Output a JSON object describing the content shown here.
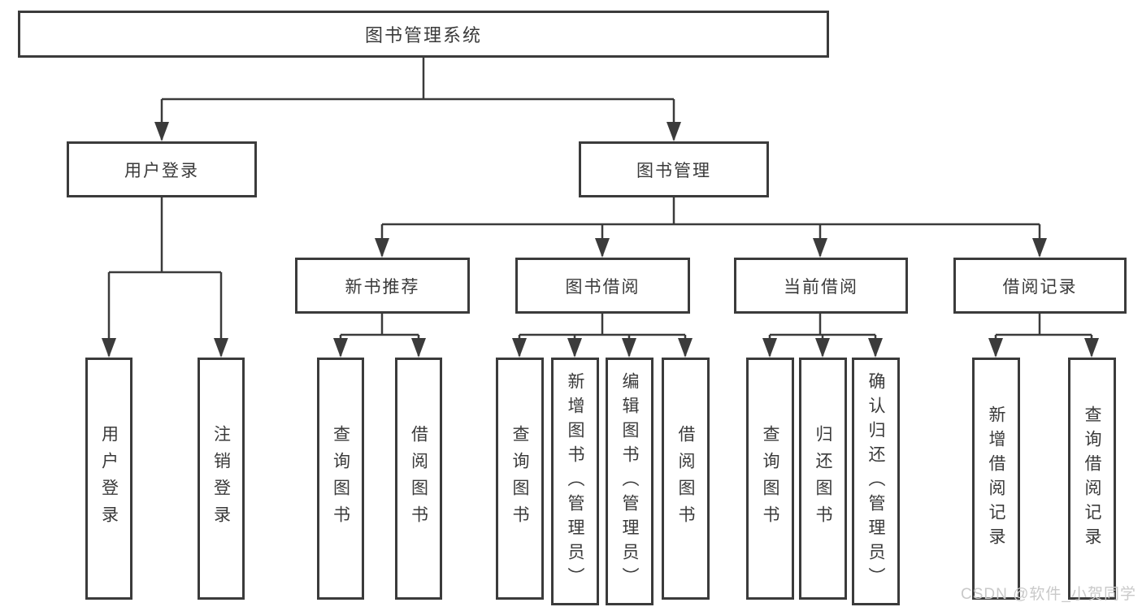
{
  "diagram": {
    "type": "hierarchy-tree",
    "root": {
      "label": "图书管理系统",
      "children": [
        {
          "label": "用户登录",
          "children": [
            {
              "label": "用户登录"
            },
            {
              "label": "注销登录"
            }
          ]
        },
        {
          "label": "图书管理",
          "children": [
            {
              "label": "新书推荐",
              "children": [
                {
                  "label": "查询图书"
                },
                {
                  "label": "借阅图书"
                }
              ]
            },
            {
              "label": "图书借阅",
              "children": [
                {
                  "label": "查询图书"
                },
                {
                  "label": "新增图书（管理员）"
                },
                {
                  "label": "编辑图书（管理员）"
                },
                {
                  "label": "借阅图书"
                }
              ]
            },
            {
              "label": "当前借阅",
              "children": [
                {
                  "label": "查询图书"
                },
                {
                  "label": "归还图书"
                },
                {
                  "label": "确认归还（管理员）"
                }
              ]
            },
            {
              "label": "借阅记录",
              "children": [
                {
                  "label": "新增借阅记录"
                },
                {
                  "label": "查询借阅记录"
                }
              ]
            }
          ]
        }
      ]
    }
  },
  "watermark": {
    "text": "CSDN @软件_小贺同学"
  },
  "colors": {
    "line": "#3b3b3b",
    "box_border": "#3b3b3b",
    "text": "#3a3a3a",
    "watermark": "#c9c9c9",
    "background": "#ffffff"
  }
}
